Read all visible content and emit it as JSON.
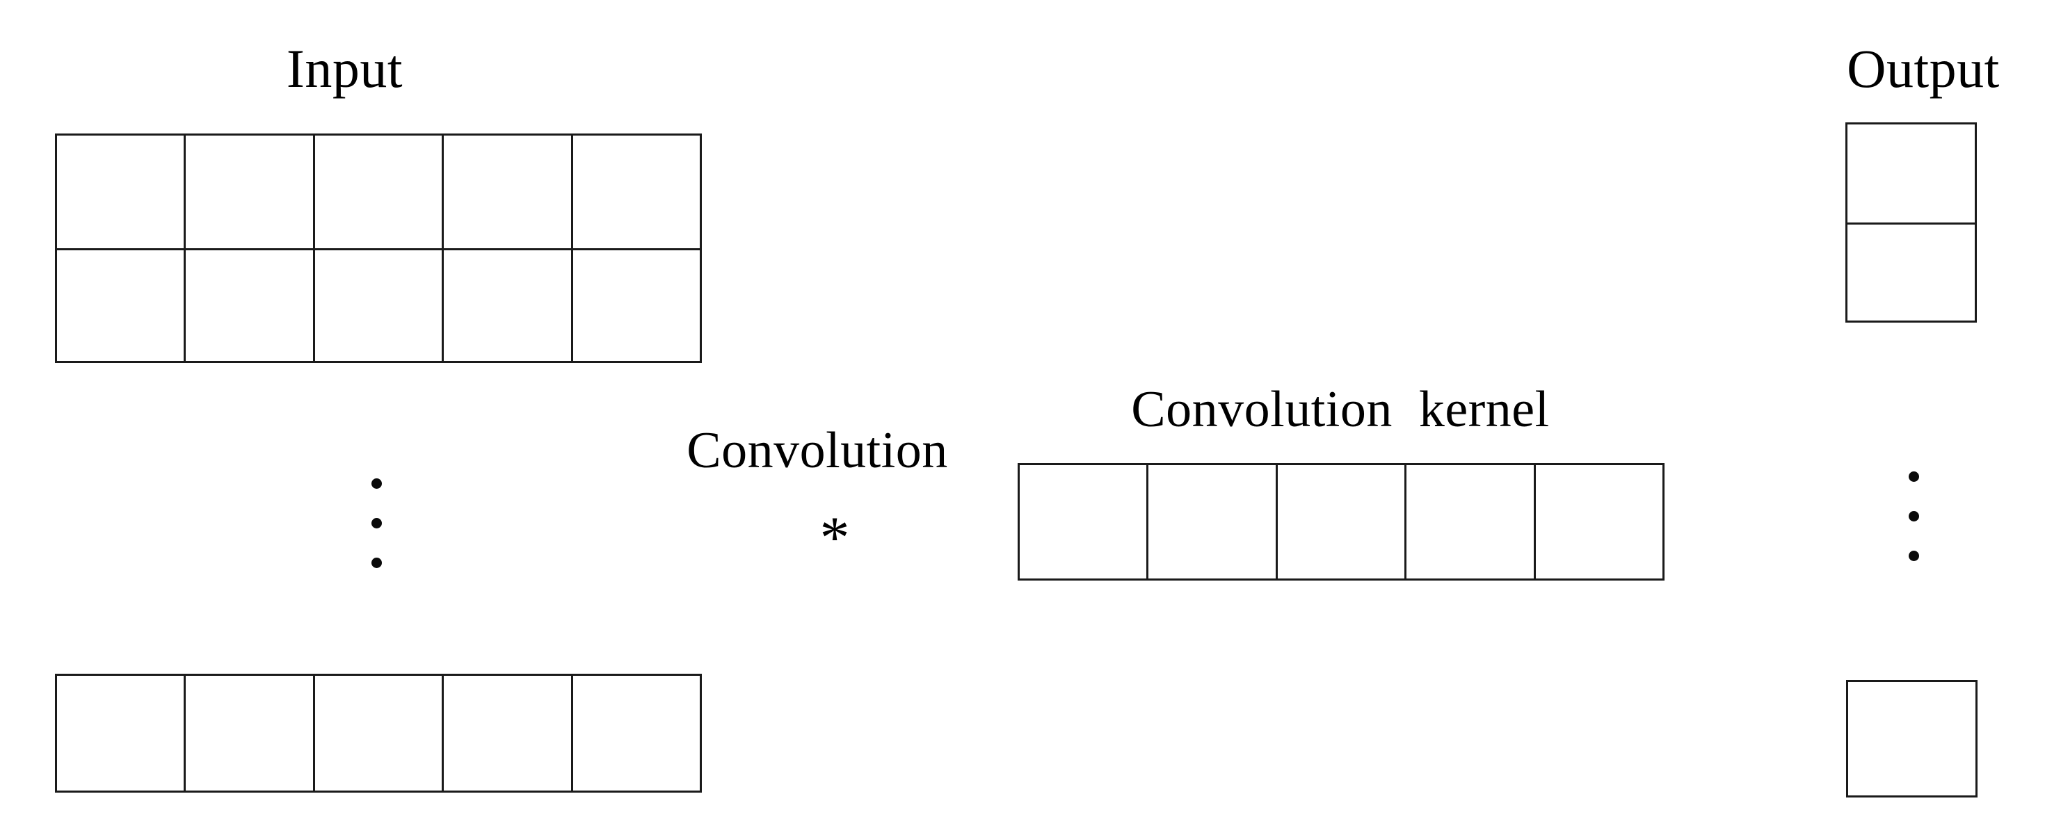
{
  "figure": {
    "type": "convolution-diagram",
    "background_color": "#ffffff",
    "line_color": "#1a1a1a",
    "text_color": "#000000"
  },
  "labels": {
    "input": "Input",
    "convolution": "Convolution",
    "convolution_kernel": "Convolution  kernel",
    "output": "Output",
    "operator": "*"
  },
  "input_block": {
    "title": "Input",
    "top_grid": {
      "rows": 2,
      "columns": 5,
      "cells": [
        [
          "",
          "",
          "",
          "",
          ""
        ],
        [
          "",
          "",
          "",
          "",
          ""
        ]
      ]
    },
    "ellipsis_dots": 3,
    "bottom_grid": {
      "rows": 1,
      "columns": 5,
      "cells": [
        [
          "",
          "",
          "",
          "",
          ""
        ]
      ]
    }
  },
  "operation_block": {
    "title": "Convolution",
    "operator": "*"
  },
  "kernel_block": {
    "title": "Convolution  kernel",
    "grid": {
      "rows": 1,
      "columns": 5,
      "cells": [
        [
          "",
          "",
          "",
          "",
          ""
        ]
      ]
    }
  },
  "output_block": {
    "title": "Output",
    "top_grid": {
      "rows": 2,
      "columns": 1,
      "cells": [
        [
          ""
        ],
        [
          ""
        ]
      ]
    },
    "ellipsis_dots": 3,
    "bottom_grid": {
      "rows": 1,
      "columns": 1,
      "cells": [
        [
          ""
        ]
      ]
    }
  }
}
